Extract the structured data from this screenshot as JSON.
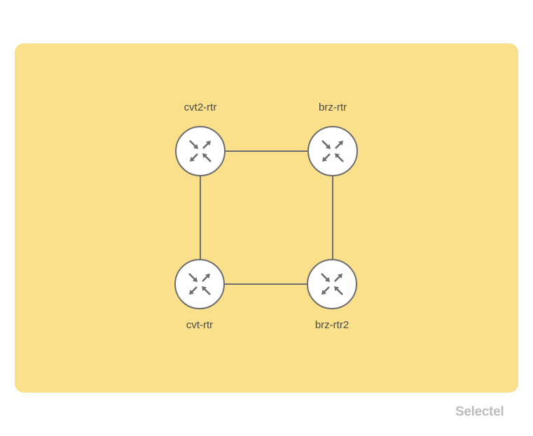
{
  "colors": {
    "panel": "#fae08a",
    "line": "#6d6d6d",
    "node_fill": "#ffffff",
    "node_stroke": "#6d6d6d",
    "label": "#4a4a4a",
    "brand": "#bdbdbd"
  },
  "nodes": [
    {
      "id": "cvt2-rtr",
      "label": "cvt2-rtr",
      "icon": "router-icon",
      "position": "top-left"
    },
    {
      "id": "brz-rtr",
      "label": "brz-rtr",
      "icon": "router-icon",
      "position": "top-right"
    },
    {
      "id": "cvt-rtr",
      "label": "cvt-rtr",
      "icon": "router-icon",
      "position": "bottom-left"
    },
    {
      "id": "brz-rtr2",
      "label": "brz-rtr2",
      "icon": "router-icon",
      "position": "bottom-right"
    }
  ],
  "links": [
    {
      "from": "cvt2-rtr",
      "to": "brz-rtr"
    },
    {
      "from": "brz-rtr",
      "to": "brz-rtr2"
    },
    {
      "from": "brz-rtr2",
      "to": "cvt-rtr"
    },
    {
      "from": "cvt-rtr",
      "to": "cvt2-rtr"
    }
  ],
  "brand": {
    "logo_text": "Selectel"
  }
}
